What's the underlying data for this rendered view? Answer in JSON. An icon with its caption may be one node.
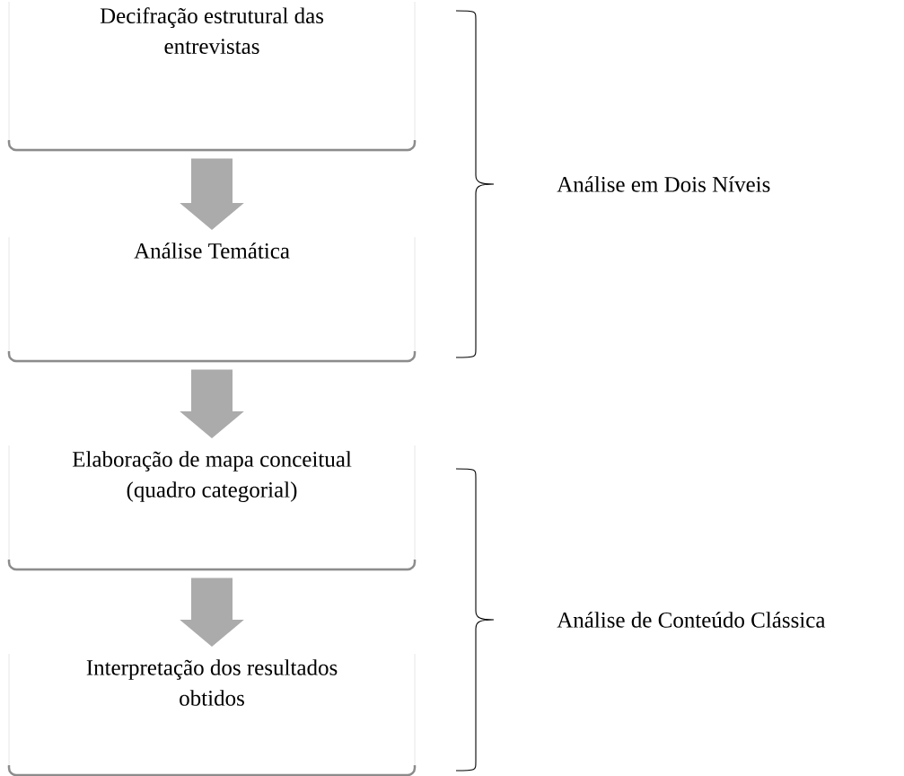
{
  "diagram": {
    "nodes": [
      {
        "text": [
          "Decifração estrutural das entrevistas"
        ]
      },
      {
        "text": [
          "Análise Temática"
        ]
      },
      {
        "text": [
          "Elaboração de mapa conceitual (quadro categorial)"
        ]
      },
      {
        "text": [
          "Interpretação dos resultados obtidos"
        ]
      }
    ],
    "edges": [
      {
        "from": 0,
        "to": 1,
        "arrow": "to"
      },
      {
        "from": 1,
        "to": 2,
        "arrow": "to"
      },
      {
        "from": 2,
        "to": 3,
        "arrow": "to"
      }
    ],
    "labels": [
      "Análise em Dois Níveis",
      "Análise de Conteúdo Clássica"
    ]
  }
}
